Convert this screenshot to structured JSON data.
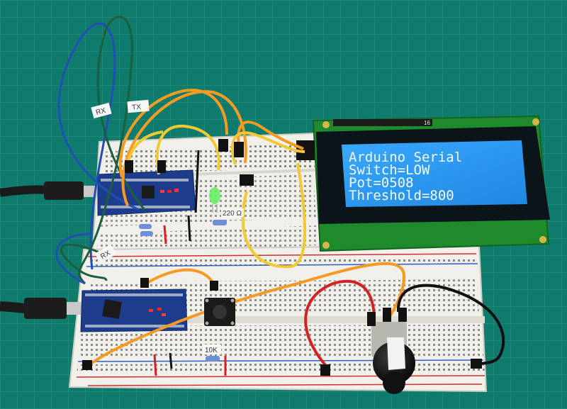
{
  "lcd": {
    "lines": [
      "Arduino Serial",
      "Switch=LOW",
      "Pot=0508",
      "Threshold=800"
    ],
    "pin_label": "16",
    "backlight_color": "#2f9cf4",
    "text_color": "#f4fbff",
    "bezel_color": "#0b1418",
    "pcb_color": "#1f8a2b"
  },
  "wire_tags": {
    "rx_top": "RX",
    "tx_top": "TX",
    "rx_left": "RX"
  },
  "resistor_labels": {
    "r220": "220 Ω",
    "r10k": "10K"
  },
  "colors": {
    "mat": "#0f7b6c",
    "grid": "#1d8e7d",
    "breadboard": "#f1f0ea",
    "arduino_board": "#1d3d8c",
    "wire_orange": "#f59a22",
    "wire_yellow": "#f2c933",
    "wire_red": "#d42222",
    "wire_black": "#111111",
    "wire_blue": "#1f4fb5",
    "wire_green": "#1b5f3f",
    "led_green": "#66ee66",
    "usb_cable": "#1a1a1a"
  }
}
